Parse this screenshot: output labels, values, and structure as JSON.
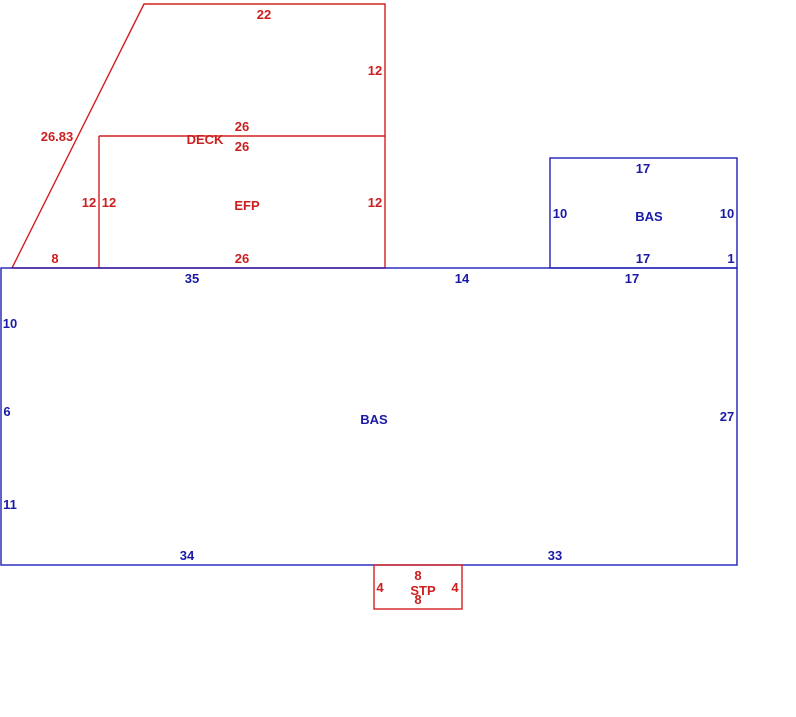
{
  "colors": {
    "deck": "#d42020",
    "living": "#1f1fb8"
  },
  "deck": {
    "name": "DECK",
    "top": "22",
    "right": "12",
    "diagonal": "26.83",
    "bottom": "26"
  },
  "efp": {
    "name": "EFP",
    "top": "26",
    "left_outer": "12",
    "left_inner": "12",
    "right": "12",
    "bottom": "26",
    "left_strip_bottom": "8"
  },
  "bas_small": {
    "name": "BAS",
    "top": "17",
    "left": "10",
    "right": "10",
    "bottom": "17",
    "corner": "1"
  },
  "bas_main": {
    "name": "BAS",
    "top_a": "35",
    "top_b": "14",
    "top_c": "17",
    "left_a": "10",
    "left_b": "6",
    "left_c": "11",
    "right": "27",
    "bottom_a": "34",
    "bottom_b": "33"
  },
  "stp": {
    "name": "STP",
    "top": "8",
    "bottom": "8",
    "left": "4",
    "right": "4"
  }
}
